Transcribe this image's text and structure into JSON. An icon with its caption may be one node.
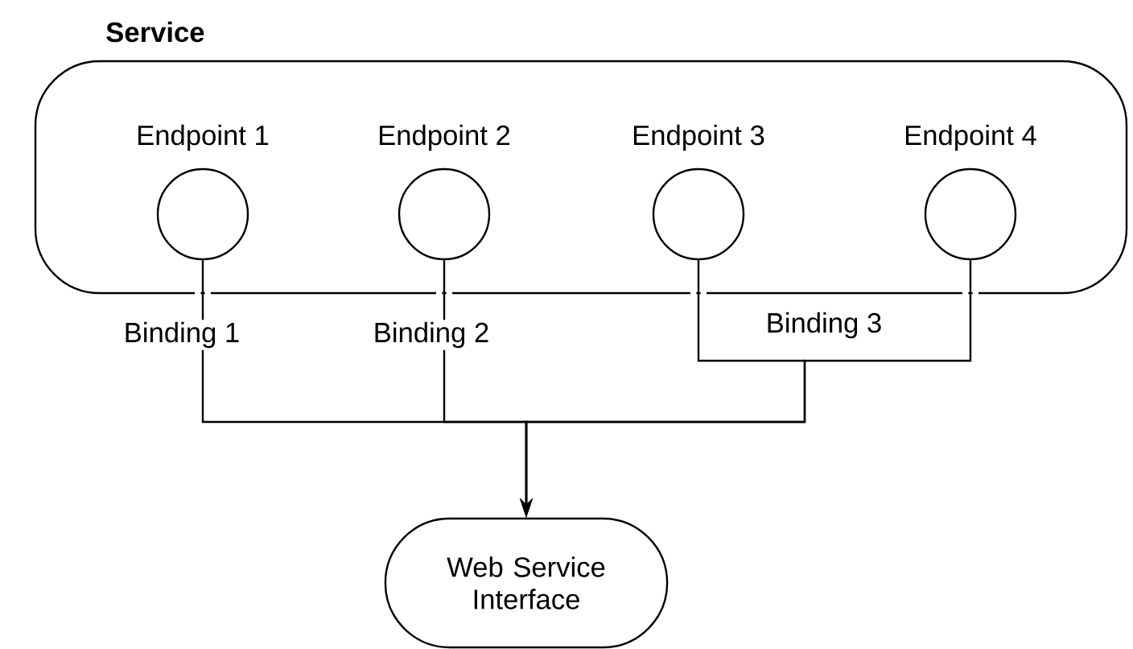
{
  "diagram": {
    "nodes": [
      {
        "text": [
          "Service"
        ]
      },
      {
        "text": [
          "Endpoint 1"
        ],
        "in": 0
      },
      {
        "text": [
          "Endpoint 2"
        ],
        "in": 0
      },
      {
        "text": [
          "Endpoint 3"
        ],
        "in": 0
      },
      {
        "text": [
          "Endpoint 4"
        ],
        "in": 0
      },
      {
        "text": [
          "Web Service Interface"
        ]
      }
    ],
    "edges": [
      {
        "from": 1,
        "to": 5,
        "arrow": "to",
        "label": "Binding 1"
      },
      {
        "from": 2,
        "to": 5,
        "arrow": "to",
        "label": "Binding 2"
      },
      {
        "from": 3,
        "to": 5,
        "arrow": "to",
        "label": "Binding 3"
      },
      {
        "from": 4,
        "to": 5,
        "arrow": "to"
      }
    ]
  }
}
